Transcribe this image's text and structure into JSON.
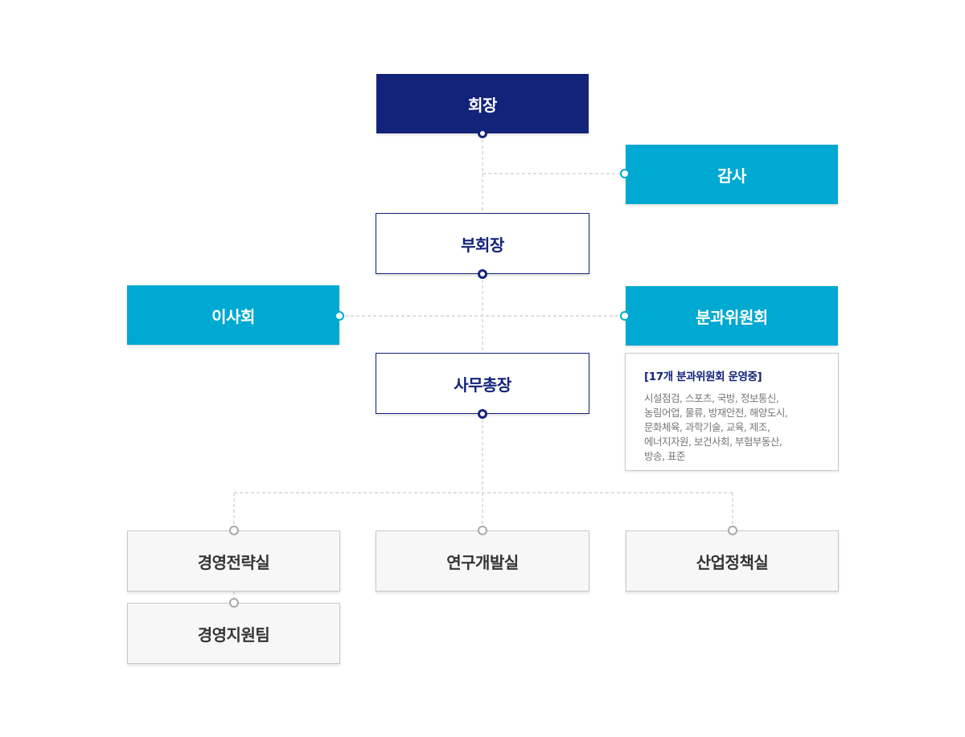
{
  "org": {
    "chairman": "회장",
    "auditor": "감사",
    "vice_chairman": "부회장",
    "board": "이사회",
    "committees": "분과위원회",
    "secretary_general": "사무총장",
    "committee_info": {
      "title": "[17개 분과위원회 운영중]",
      "lines": [
        "시설점검, 스포츠, 국방, 정보통신,",
        "농림어업, 물류, 방재안전, 해양도시,",
        "문화체육, 과학기술, 교육, 제조,",
        "에너지자원, 보건사회, 부험부동산,",
        "방송, 표준"
      ]
    },
    "departments": [
      "경영전략실",
      "연구개발실",
      "산업정책실"
    ],
    "sub_team": "경영지원팀"
  },
  "colors": {
    "navy": "#13237a",
    "cyan": "#00a9d1",
    "gray_box": "#f7f7f7",
    "connector": "#cccccc"
  }
}
